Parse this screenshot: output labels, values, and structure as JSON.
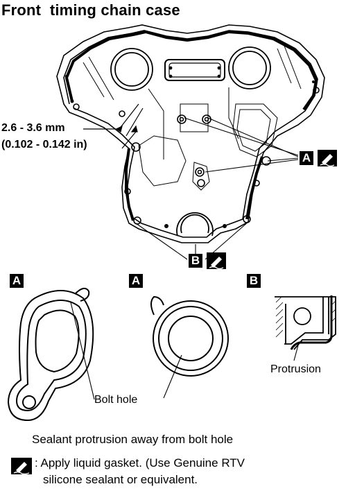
{
  "title": "Front  timing chain case",
  "spec": {
    "mm": "2.6 - 3.6 mm",
    "inch": "(0.102 - 0.142 in)"
  },
  "callouts": {
    "a": "A",
    "b": "B"
  },
  "details": {
    "a_left": "A",
    "a_right": "A",
    "b": "B"
  },
  "labels": {
    "bolt_hole": "Bolt hole",
    "protrusion": "Protrusion"
  },
  "notes": {
    "sealant": "Sealant protrusion away from bolt  hole",
    "legend_line1": ": Apply liquid gasket. (Use Genuine RTV",
    "legend_line2": "silicone sealant or equivalent."
  },
  "icons": {
    "gasket": "liquid-gasket-icon"
  }
}
